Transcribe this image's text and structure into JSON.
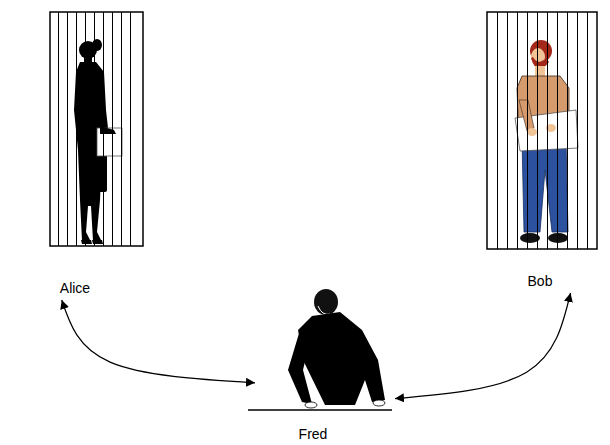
{
  "diagram": {
    "nodes": [
      {
        "text": [
          "Alice"
        ]
      },
      {
        "text": [
          "Bob"
        ]
      },
      {
        "text": [
          "Fred"
        ]
      }
    ],
    "edges": [
      {
        "from": 0,
        "to": 2,
        "arrow": "both"
      },
      {
        "from": 2,
        "to": 1,
        "arrow": "both"
      }
    ]
  }
}
